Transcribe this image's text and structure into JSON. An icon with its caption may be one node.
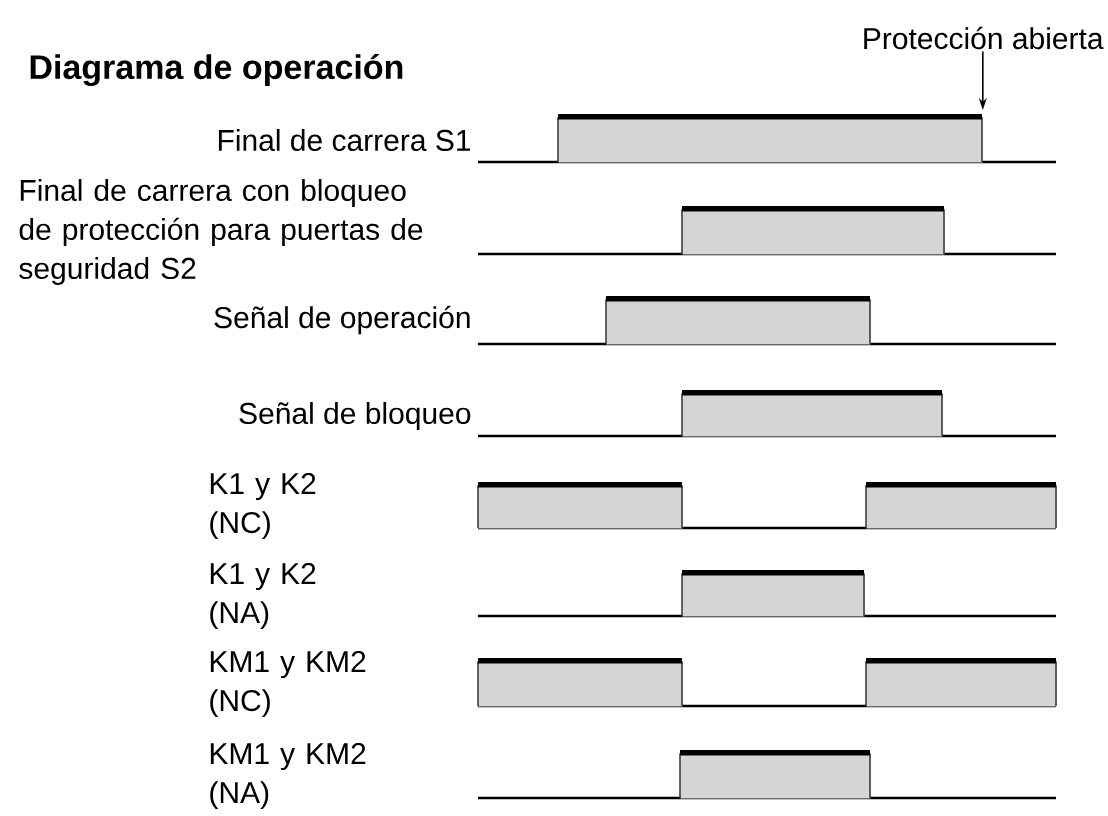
{
  "diagram": {
    "title": "Diagrama de operación",
    "nodes": [
      {
        "text": [
          "Protección abierta"
        ]
      },
      {
        "text": [],
        "shape": "bar"
      },
      {
        "text": [],
        "shape": "bar"
      },
      {
        "text": [],
        "shape": "bar"
      },
      {
        "text": [],
        "shape": "bar"
      },
      {
        "text": [],
        "shape": "bar"
      },
      {
        "text": [],
        "shape": "bar"
      },
      {
        "text": [],
        "shape": "bar"
      },
      {
        "text": [],
        "shape": "bar"
      },
      {
        "text": [],
        "shape": "bar"
      },
      {
        "text": [],
        "shape": "bar"
      }
    ],
    "edges": [
      {
        "from": 0,
        "to": 1,
        "arrow": "to"
      }
    ],
    "labels": [
      "Final de carrera S1",
      "Final de carrera con bloqueo de protección para puertas de seguridad S2",
      "Señal de operación",
      "Señal de bloqueo",
      "K1 y K2 (NC)",
      "K1 y K2 (NA)",
      "KM1 y KM2 (NC)",
      "KM1 y KM2 (NA)"
    ]
  }
}
